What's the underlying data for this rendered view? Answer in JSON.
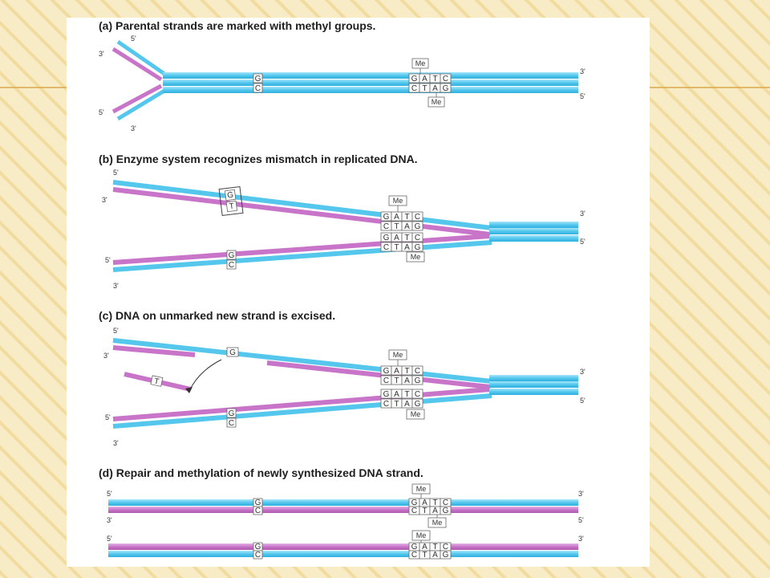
{
  "colors": {
    "slide_background": "#f8ecc6",
    "stripe": "#edcd80",
    "accent_line": "#d9a84c",
    "parental_strand": "#55c7ec",
    "new_strand": "#c874c8",
    "box_border": "#666666"
  },
  "panels": [
    {
      "caption": "(a) Parental strands are marked with methyl groups.",
      "end_labels": [
        "5'",
        "3'",
        "5'",
        "3'",
        "3'",
        "5'"
      ],
      "bases": {
        "mismatch": [
          "G",
          "C"
        ],
        "site_top": [
          "G",
          "A",
          "T",
          "C"
        ],
        "site_bottom": [
          "C",
          "T",
          "A",
          "G"
        ]
      },
      "methyl": [
        "Me",
        "Me"
      ]
    },
    {
      "caption": "(b) Enzyme system recognizes mismatch in replicated DNA.",
      "end_labels": [
        "5'",
        "3'",
        "5'",
        "3'",
        "3'",
        "5'"
      ],
      "bases": {
        "mismatch_top": [
          "G",
          "T"
        ],
        "mismatch_bottom": [
          "G",
          "C"
        ],
        "site_upper": [
          "G",
          "A",
          "T",
          "C"
        ],
        "site_upper_new": [
          "C",
          "T",
          "A",
          "G"
        ],
        "site_lower_new": [
          "G",
          "A",
          "T",
          "C"
        ],
        "site_lower": [
          "C",
          "T",
          "A",
          "G"
        ]
      },
      "methyl": [
        "Me",
        "Me"
      ]
    },
    {
      "caption": "(c) DNA on unmarked new strand is excised.",
      "end_labels": [
        "5'",
        "3'",
        "5'",
        "3'",
        "3'",
        "5'"
      ],
      "bases": {
        "kept": "G",
        "excised": "T",
        "mismatch_bottom": [
          "G",
          "C"
        ],
        "site_upper": [
          "G",
          "A",
          "T",
          "C"
        ],
        "site_upper_new": [
          "C",
          "T",
          "A",
          "G"
        ],
        "site_lower_new": [
          "G",
          "A",
          "T",
          "C"
        ],
        "site_lower": [
          "C",
          "T",
          "A",
          "G"
        ]
      },
      "methyl": [
        "Me",
        "Me"
      ]
    },
    {
      "caption": "(d) Repair and methylation of newly synthesized DNA strand.",
      "end_labels": [
        "5'",
        "3'",
        "3'",
        "5'",
        "5'",
        "3'"
      ],
      "bases": {
        "pair1": [
          "G",
          "C"
        ],
        "pair2": [
          "G",
          "C"
        ],
        "site1_top": [
          "G",
          "A",
          "T",
          "C"
        ],
        "site1_bottom": [
          "C",
          "T",
          "A",
          "G"
        ],
        "site2_top": [
          "G",
          "A",
          "T",
          "C"
        ],
        "site2_bottom": [
          "C",
          "T",
          "A",
          "G"
        ]
      },
      "methyl": [
        "Me",
        "Me",
        "Me"
      ]
    }
  ]
}
